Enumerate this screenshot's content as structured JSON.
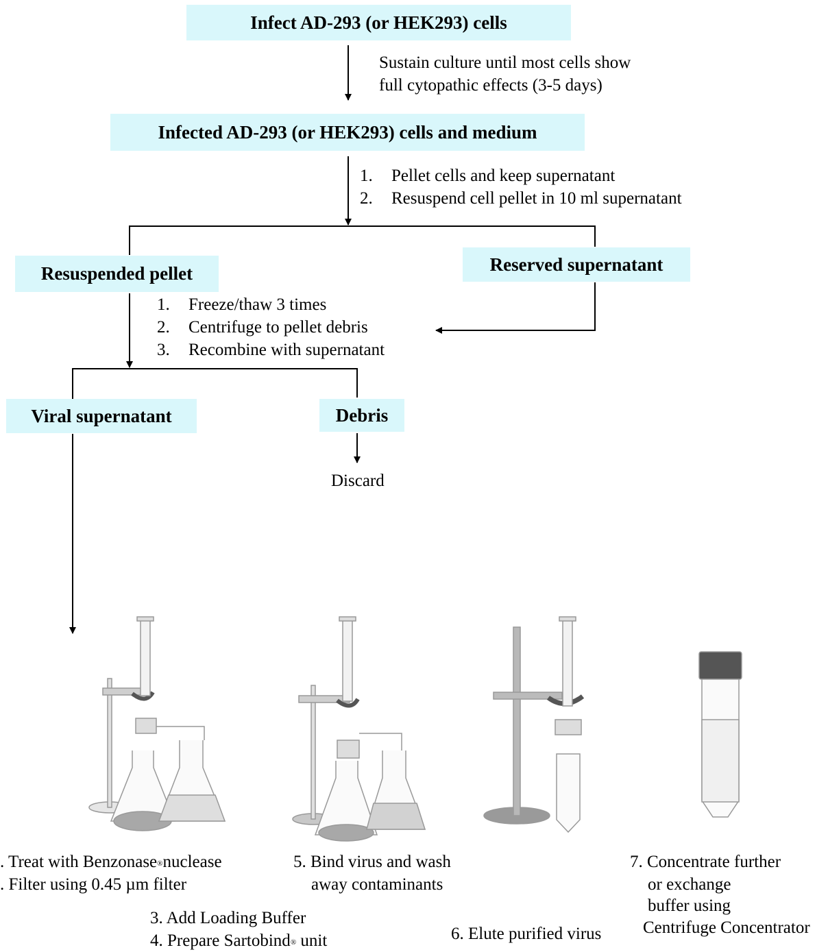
{
  "boxes": {
    "infect": "Infect AD-293 (or HEK293) cells",
    "infected": "Infected AD-293 (or HEK293) cells and medium",
    "resuspended": "Resuspended pellet",
    "reserved": "Reserved supernatant",
    "viral": "Viral supernatant",
    "debris": "Debris"
  },
  "notes": {
    "sustain": [
      "Sustain culture until most cells show",
      "full cytopathic effects (3-5 days)"
    ],
    "pellet_steps": [
      {
        "n": "1.",
        "text": "Pellet cells and keep supernatant"
      },
      {
        "n": "2.",
        "text": "Resuspend cell pellet in 10 ml supernatant"
      }
    ],
    "freeze_steps": [
      {
        "n": "1.",
        "text": "Freeze/thaw 3 times"
      },
      {
        "n": "2.",
        "text": "Centrifuge to pellet debris"
      },
      {
        "n": "3.",
        "text": "Recombine with supernatant"
      }
    ],
    "discard": "Discard"
  },
  "captions": {
    "step1": ". Treat with Benzonase",
    "step1_after": "nuclease",
    "step2": ". Filter using 0.45 µm filter",
    "step3": "3. Add Loading Buffer",
    "step4": "4. Prepare Sartobind",
    "step4_after": " unit",
    "step5": [
      "5. Bind virus and wash",
      "away contaminants"
    ],
    "step6": "6. Elute purified virus",
    "step7": [
      "7. Concentrate further",
      "or exchange",
      "buffer using",
      "Centrifuge Concentrator"
    ],
    "registered": "®"
  },
  "colors": {
    "box_fill": "#d9f7fb",
    "apparatus_gray": "#b8b8b8",
    "clamp_dark": "#555555"
  }
}
